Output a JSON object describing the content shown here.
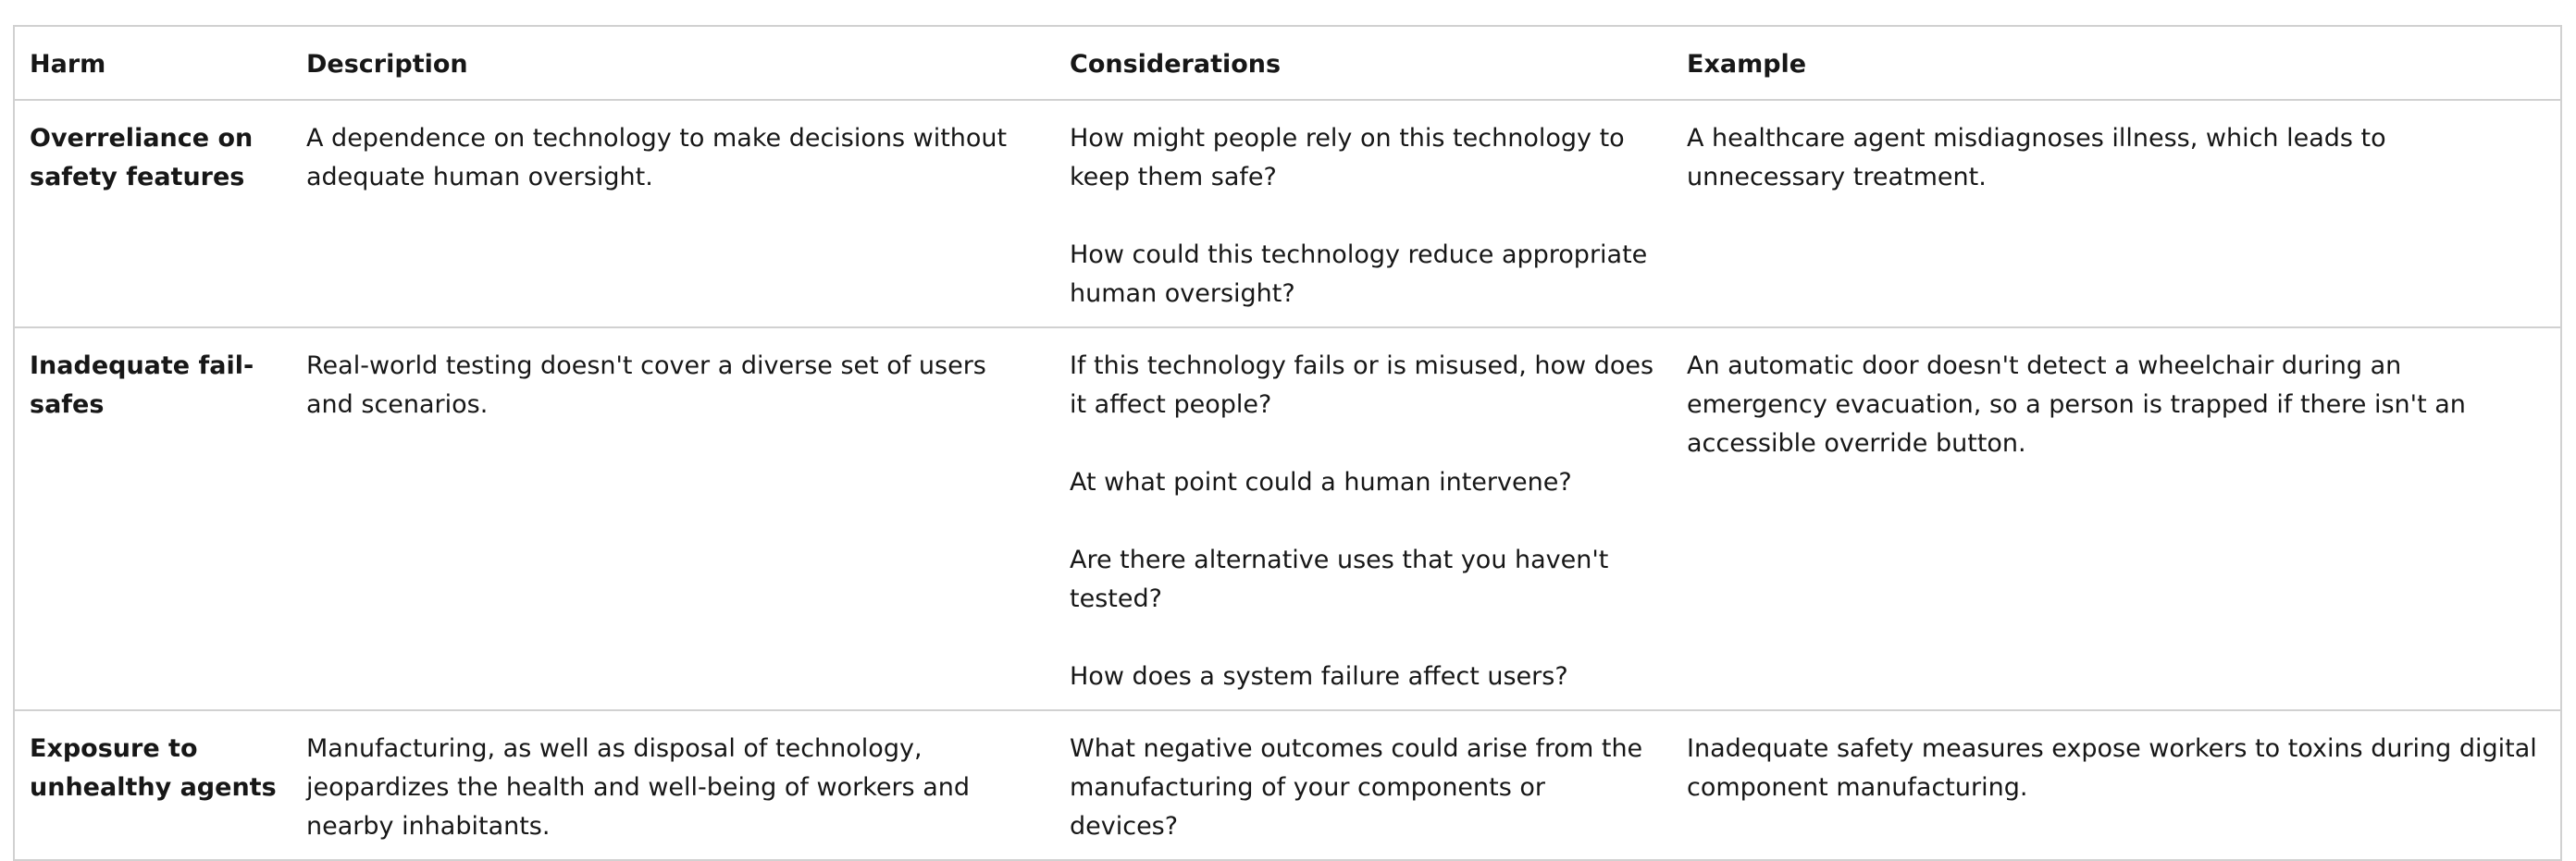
{
  "table": {
    "headers": [
      "Harm",
      "Description",
      "Considerations",
      "Example"
    ],
    "rows": [
      {
        "harm": "Overreliance on safety features",
        "description": "A dependence on technology to make decisions without adequate human oversight.",
        "considerations": [
          "How might people rely on this technology to keep them safe?",
          "How could this technology reduce appropriate human oversight?"
        ],
        "example": "A healthcare agent misdiagnoses illness, which leads to unnecessary treatment."
      },
      {
        "harm": "Inadequate fail-safes",
        "description": "Real-world testing doesn't cover a diverse set of users and scenarios.",
        "considerations": [
          "If this technology fails or is misused, how does it affect people?",
          "At what point could a human intervene?",
          "Are there alternative uses that you haven't tested?",
          "How does a system failure affect users?"
        ],
        "example": "An automatic door doesn't detect a wheelchair during an emergency evacuation, so a person is trapped if there isn't an accessible override button."
      },
      {
        "harm": "Exposure to unhealthy agents",
        "description": "Manufacturing, as well as disposal of technology, jeopardizes the health and well-being of workers and nearby inhabitants.",
        "considerations": [
          "What negative outcomes could arise from the manufacturing of your components or devices?"
        ],
        "example": "Inadequate safety measures expose workers to toxins during digital component manufacturing."
      }
    ]
  }
}
